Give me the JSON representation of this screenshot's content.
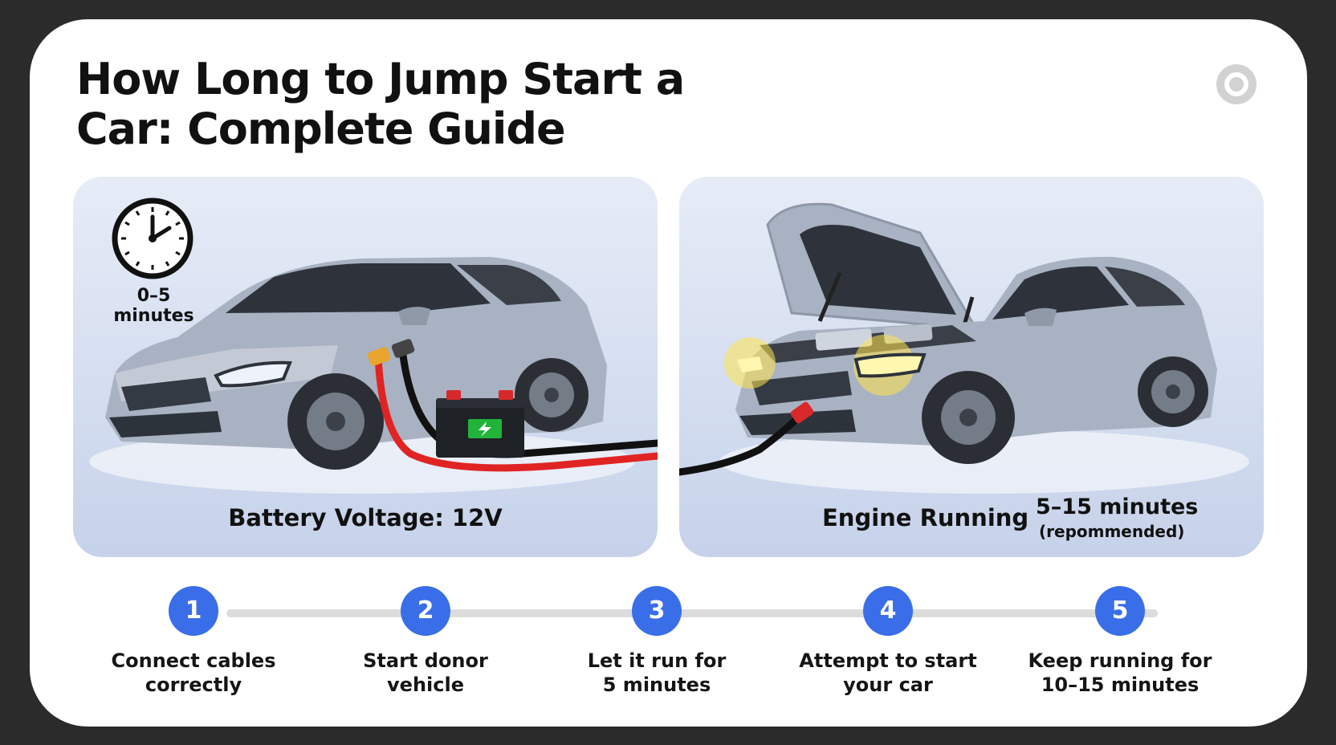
{
  "title": {
    "line1": "How Long to Jump Start a",
    "line2": "Car: Complete Guide"
  },
  "icons": {
    "settings": "settings-ring-icon",
    "clock": "clock-icon",
    "battery": "battery-icon",
    "charge": "lightning-bolt-icon"
  },
  "panels": {
    "left": {
      "time_label": "0–5 minutes",
      "caption": "Battery Voltage: 12V"
    },
    "right": {
      "caption": "Engine Running",
      "duration": "5–15 minutes",
      "note": "(repommended)"
    }
  },
  "steps": [
    {
      "number": "1",
      "line1": "Connect cables",
      "line2": "correctly"
    },
    {
      "number": "2",
      "line1": "Start donor",
      "line2": "vehicle"
    },
    {
      "number": "3",
      "line1": "Let it run for",
      "line2": "5 minutes"
    },
    {
      "number": "4",
      "line1": "Attempt to start",
      "line2": "your car"
    },
    {
      "number": "5",
      "line1": "Keep running for",
      "line2": "10–15 minutes"
    }
  ],
  "colors": {
    "accent": "#3a6ee8",
    "cable_red": "#e02424",
    "cable_black": "#111111",
    "battery_indicator": "#22b33a",
    "headlight_glow": "#ffe44d"
  }
}
